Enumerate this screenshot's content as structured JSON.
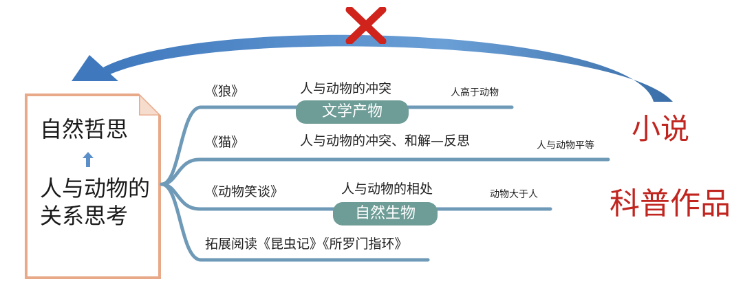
{
  "colors": {
    "arc": "#4b82c0",
    "arc_dark": "#2f5f98",
    "cross": "#d0231c",
    "note_border": "#e8a989",
    "tree_line": "#6e9ab8",
    "badge_bg": "#6e9c96",
    "red_text": "#c0251f"
  },
  "icons": {
    "cross": "cross-mark-icon",
    "up_arrow": "up-arrow-icon",
    "curved_arrow": "curved-arrow-icon"
  },
  "note": {
    "title": "自然哲思",
    "body": "人与动物的关系思考"
  },
  "branches": [
    {
      "work": "《狼》",
      "theme": "人与动物的冲突",
      "relation": "人高于动物"
    },
    {
      "work": "《猫》",
      "theme": "人与动物的冲突、和解—反思",
      "relation": "人与动物平等"
    },
    {
      "work": "《动物笑谈》",
      "theme": "人与动物的相处",
      "relation": "动物大于人"
    },
    {
      "work": "拓展阅读《昆虫记》《所罗门指环》"
    }
  ],
  "badges": {
    "literary": "文学产物",
    "nature": "自然生物"
  },
  "genres": {
    "novel": "小说",
    "popular_science": "科普作品"
  }
}
